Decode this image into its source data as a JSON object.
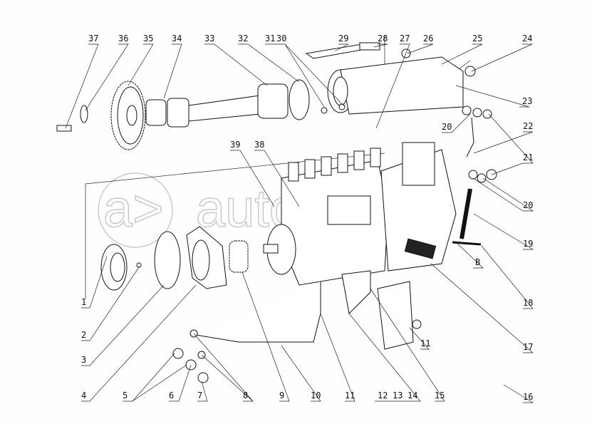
{
  "diagram": {
    "title": "Fuel injection pump assembly — exploded view",
    "watermark": "autodoc.ru",
    "labels": {
      "l1": "1",
      "l2": "2",
      "l3": "3",
      "l4": "4",
      "l5": "5",
      "l6": "6",
      "l7": "7",
      "l8": "8",
      "l9": "9",
      "l10": "10",
      "l11": "11",
      "l11b": "11",
      "l12": "12",
      "l13": "13",
      "l14": "14",
      "l15": "15",
      "l16": "16",
      "l17": "17",
      "l18": "18",
      "l19": "19",
      "l20": "20",
      "l20b": "20",
      "l21": "21",
      "l22": "22",
      "l23": "23",
      "l24": "24",
      "l25": "25",
      "l26": "26",
      "l27": "27",
      "l28": "28",
      "l29": "29",
      "l30": "30",
      "l31": "31",
      "l32": "32",
      "l33": "33",
      "l34": "34",
      "l35": "35",
      "l36": "36",
      "l37": "37",
      "l38": "38",
      "l39": "39",
      "lB": "B"
    }
  }
}
